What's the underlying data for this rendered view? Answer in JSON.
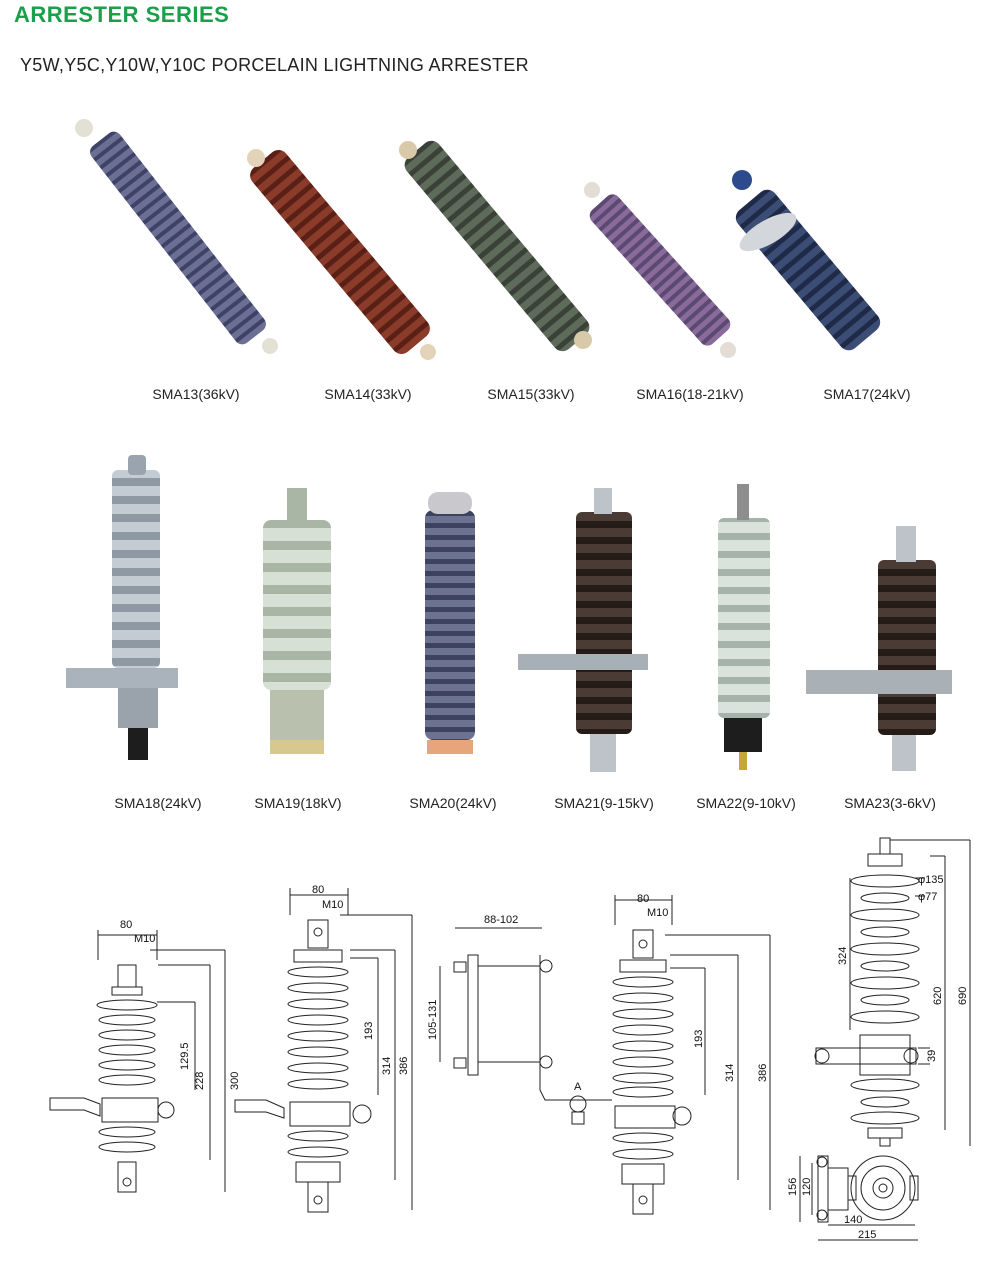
{
  "page": {
    "series_title": "ARRESTER SERIES",
    "subtitle": "Y5W,Y5C,Y10W,Y10C  PORCELAIN LIGHTNING ARRESTER"
  },
  "row1": [
    {
      "label": "SMA13(36kV)"
    },
    {
      "label": "SMA14(33kV)"
    },
    {
      "label": "SMA15(33kV)"
    },
    {
      "label": "SMA16(18-21kV)"
    },
    {
      "label": "SMA17(24kV)"
    }
  ],
  "row2": [
    {
      "label": "SMA18(24kV)"
    },
    {
      "label": "SMA19(18kV)"
    },
    {
      "label": "SMA20(24kV)"
    },
    {
      "label": "SMA21(9-15kV)"
    },
    {
      "label": "SMA22(9-10kV)"
    },
    {
      "label": "SMA23(3-6kV)"
    }
  ],
  "drawings": {
    "d1": {
      "w": "80",
      "thread": "M10",
      "h1": "129.5",
      "h2": "228",
      "h3": "300"
    },
    "d2": {
      "w": "80",
      "thread": "M10",
      "h1": "193",
      "h2": "314",
      "h3": "386"
    },
    "d3": {
      "bracket": "88-102",
      "spacing": "105-131",
      "point": "A",
      "w": "80",
      "thread": "M10",
      "h1": "193",
      "h2": "314",
      "h3": "386"
    },
    "d4": {
      "d1": "φ135",
      "d2": "φ77",
      "h1": "324",
      "h2": "620",
      "h3": "690",
      "h4": "39"
    },
    "d5": {
      "a": "156",
      "b": "120",
      "c": "140",
      "d": "215"
    }
  }
}
